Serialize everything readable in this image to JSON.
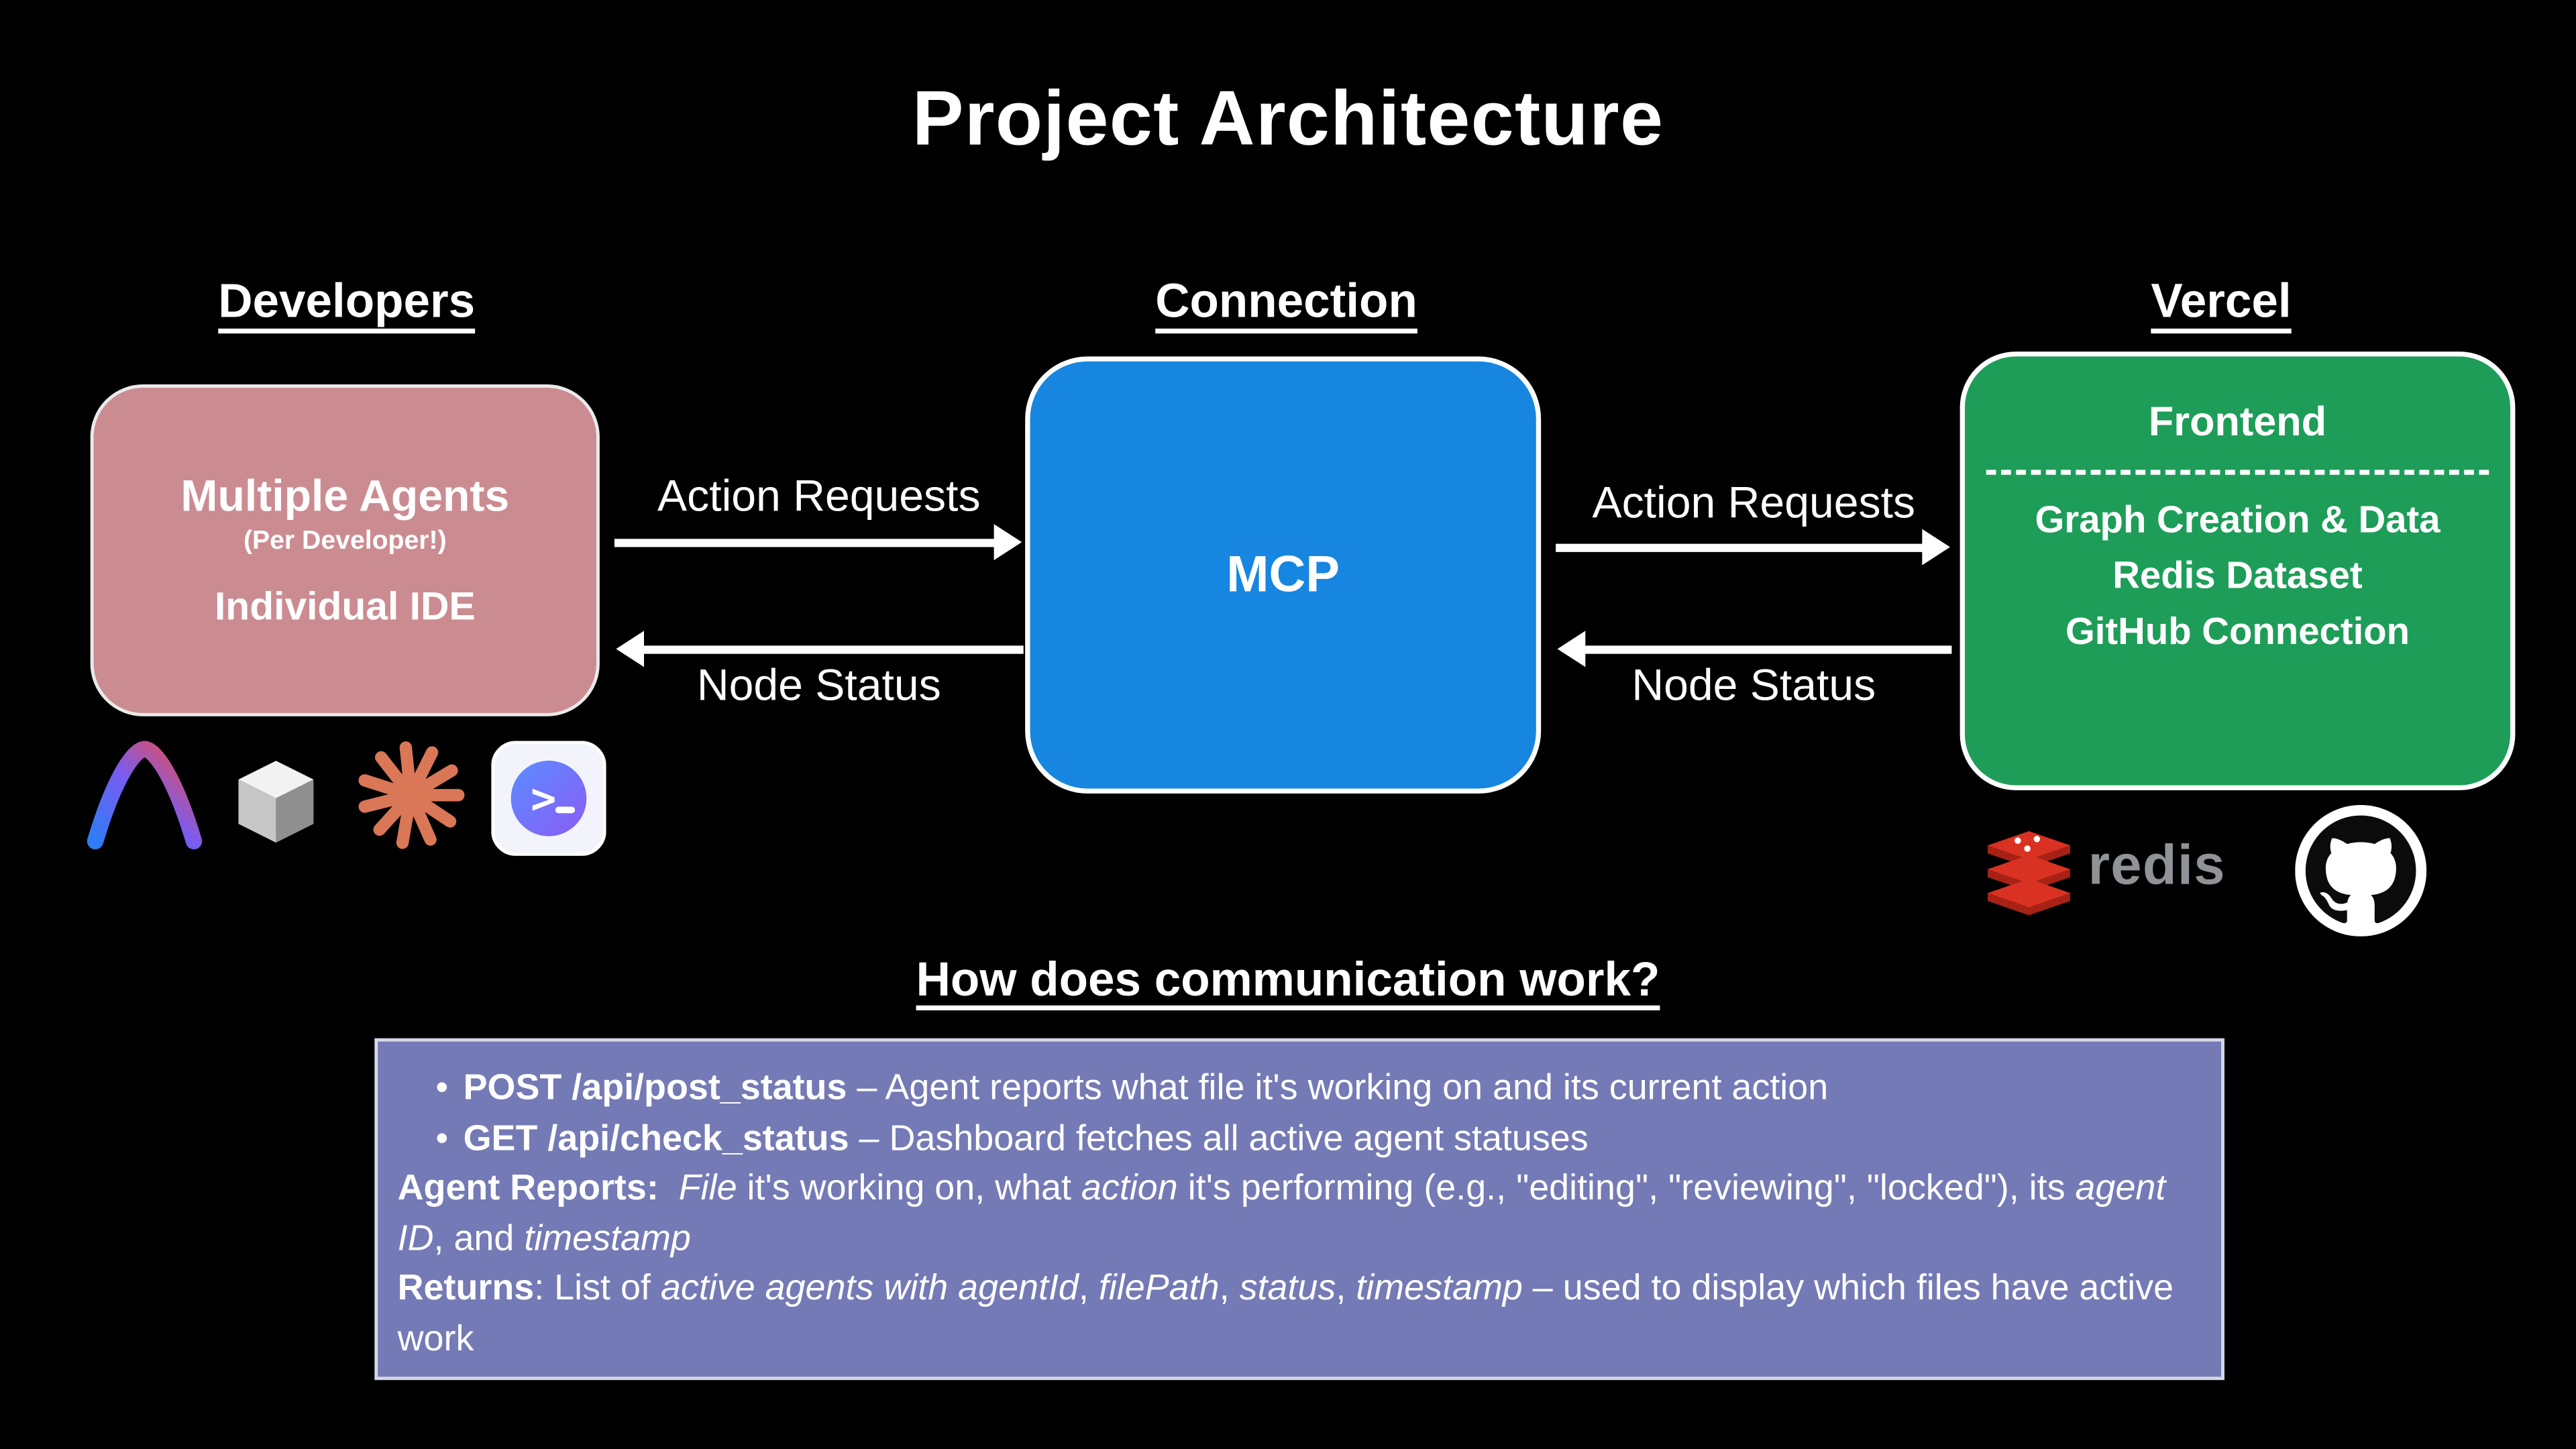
{
  "title": "Project Architecture",
  "sections": {
    "developers": {
      "heading": "Developers",
      "box": {
        "title": "Multiple Agents",
        "subtitle": "(Per Developer!)",
        "footer": "Individual IDE"
      },
      "tool_icons": [
        "a-gradient-icon",
        "cube-icon",
        "claude-starburst-icon",
        "terminal-prompt-icon"
      ]
    },
    "connection": {
      "heading": "Connection",
      "box_label": "MCP"
    },
    "vercel": {
      "heading": "Vercel",
      "box": {
        "title": "Frontend",
        "lines": [
          "Graph Creation & Data",
          "Redis Dataset",
          "GitHub Connection"
        ]
      },
      "tool_icons": [
        "redis-icon",
        "github-icon"
      ],
      "redis_wordmark": "redis"
    }
  },
  "arrows": {
    "dev_to_mcp": "Action Requests",
    "mcp_to_dev": "Node Status",
    "mcp_to_vercel": "Action Requests",
    "vercel_to_mcp": "Node Status"
  },
  "communication": {
    "heading": "How does communication work?",
    "bullet_char": "•",
    "lines": [
      {
        "bullet": true,
        "segments": [
          {
            "text": "POST /api/post_status",
            "bold": true
          },
          {
            "text": " – Agent reports what file it's working on and its current action"
          }
        ]
      },
      {
        "bullet": true,
        "segments": [
          {
            "text": "GET /api/check_status",
            "bold": true
          },
          {
            "text": " – Dashboard fetches all active agent statuses"
          }
        ]
      },
      {
        "bullet": false,
        "segments": [
          {
            "text": "Agent Reports:",
            "bold": true
          },
          {
            "text": "  "
          },
          {
            "text": "File",
            "italic": true
          },
          {
            "text": " it's working on, what "
          },
          {
            "text": "action",
            "italic": true
          },
          {
            "text": " it's performing (e.g., \"editing\", \"reviewing\", \"locked\"), its "
          },
          {
            "text": "agent ID",
            "italic": true
          },
          {
            "text": ", and "
          },
          {
            "text": "timestamp",
            "italic": true
          }
        ]
      },
      {
        "bullet": false,
        "segments": [
          {
            "text": "Returns",
            "bold": true
          },
          {
            "text": ": List of "
          },
          {
            "text": "active agents with agentId",
            "italic": true
          },
          {
            "text": ", "
          },
          {
            "text": "filePath",
            "italic": true
          },
          {
            "text": ", "
          },
          {
            "text": "status",
            "italic": true
          },
          {
            "text": ", "
          },
          {
            "text": "timestamp",
            "italic": true
          },
          {
            "text": " – used to display which files have active work"
          }
        ]
      }
    ]
  },
  "colors": {
    "background": "#000000",
    "developers_box": "#cb8c91",
    "mcp_box": "#1786e0",
    "vercel_box": "#1e9d58",
    "communication_box": "#747ab5",
    "claude_orange": "#d97757",
    "redis_red": "#d93223",
    "arrow": "#ffffff"
  }
}
